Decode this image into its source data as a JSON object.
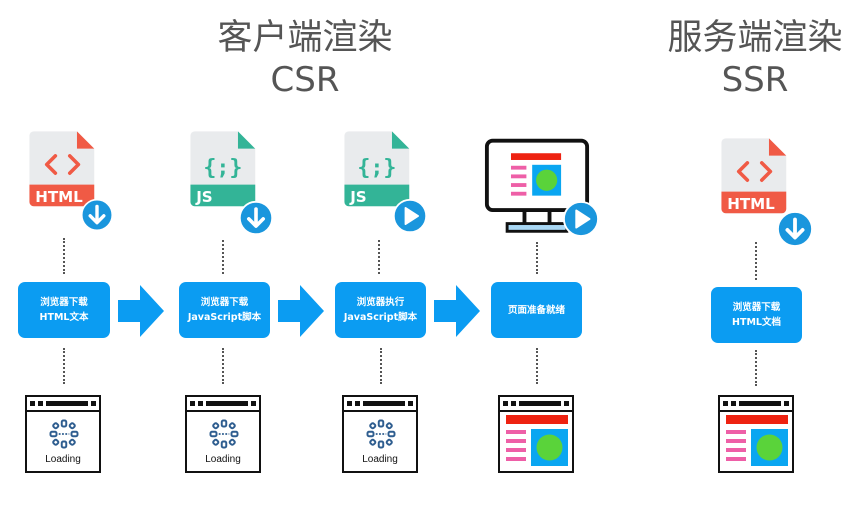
{
  "sections": {
    "csr": {
      "title": "客户端渲染",
      "subtitle": "CSR"
    },
    "ssr": {
      "title": "服务端渲染",
      "subtitle": "SSR"
    }
  },
  "csr_steps": [
    {
      "file_icon": "html-file-icon",
      "file_label": "HTML",
      "badge": "download-icon",
      "line1": "浏览器下载",
      "line2": "HTML文本",
      "result": "loading-window",
      "result_label": "Loading"
    },
    {
      "file_icon": "js-file-icon",
      "file_label": "JS",
      "badge": "download-icon",
      "line1": "浏览器下载",
      "line2": "JavaScript脚本",
      "result": "loading-window",
      "result_label": "Loading"
    },
    {
      "file_icon": "js-file-icon",
      "file_label": "JS",
      "badge": "play-icon",
      "line1": "浏览器执行",
      "line2": "JavaScript脚本",
      "result": "loading-window",
      "result_label": "Loading"
    },
    {
      "file_icon": "monitor-icon",
      "badge": "play-icon",
      "line1": "页面准备就绪",
      "result": "rendered-page-window"
    }
  ],
  "ssr_steps": [
    {
      "file_icon": "html-file-icon",
      "file_label": "HTML",
      "badge": "download-icon",
      "line1": "浏览器下载",
      "line2": "HTML文档",
      "result": "rendered-page-window"
    }
  ],
  "colors": {
    "step_box": "#0b9cf2",
    "html_accent": "#f05a45",
    "js_accent": "#33b497",
    "badge": "#1a96dd",
    "page_header": "#ee2211",
    "page_lines": "#ee5fa7",
    "page_image_bg": "#0aa6f1",
    "page_image_circle": "#5ad33a",
    "loader": "#2e5d8f"
  }
}
